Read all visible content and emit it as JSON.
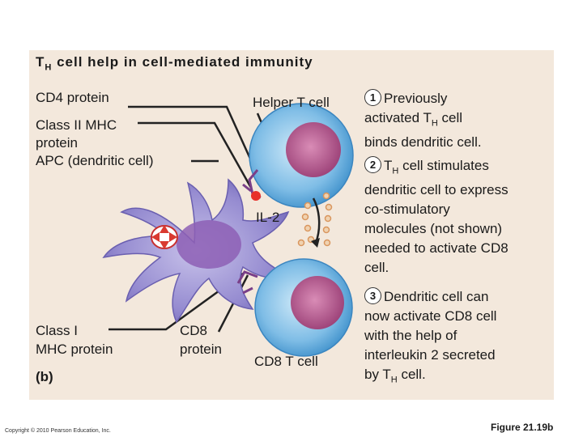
{
  "figure": {
    "title_prefix": "T",
    "title_sub": "H",
    "title_rest": " cell help in cell-mediated immunity",
    "panel_label": "(b)",
    "copyright": "Copyright © 2010 Pearson Education, Inc.",
    "figure_number": "Figure 21.19b"
  },
  "labels": {
    "cd4_protein": "CD4 protein",
    "class2_line1": "Class II MHC",
    "class2_line2": "protein",
    "apc": "APC (dendritic cell)",
    "helper_t": "Helper T cell",
    "il2": "IL-2",
    "class1_line1": "Class I",
    "class1_line2": "MHC protein",
    "cd8_line1": "CD8",
    "cd8_line2": "protein",
    "cd8_t": "CD8 T cell"
  },
  "steps": [
    {
      "number": "1",
      "line1": "Previously",
      "line2_pre": "activated T",
      "line2_sub": "H",
      "line2_post": " cell",
      "line3": "binds dendritic cell."
    },
    {
      "number": "2",
      "line1_pre": "T",
      "line1_sub": "H",
      "line1_post": " cell stimulates",
      "line2": "dendritic cell to express",
      "line3": "co-stimulatory",
      "line4": "molecules (not shown)",
      "line5": "needed to activate CD8",
      "line6": "cell."
    },
    {
      "number": "3",
      "line1": "Dendritic cell can",
      "line2": "now activate CD8 cell",
      "line3": "with the help of",
      "line4": "interleukin 2 secreted",
      "line5_pre": "by T",
      "line5_sub": "H",
      "line5_post": " cell."
    }
  ],
  "colors": {
    "panel": "#f3e8dc",
    "dendritic": "#8f86cc",
    "t_cell": "#5fa9dc",
    "nucleus": "#b35a8e",
    "cd4": "#e8302a",
    "il2": "#e0a070"
  }
}
